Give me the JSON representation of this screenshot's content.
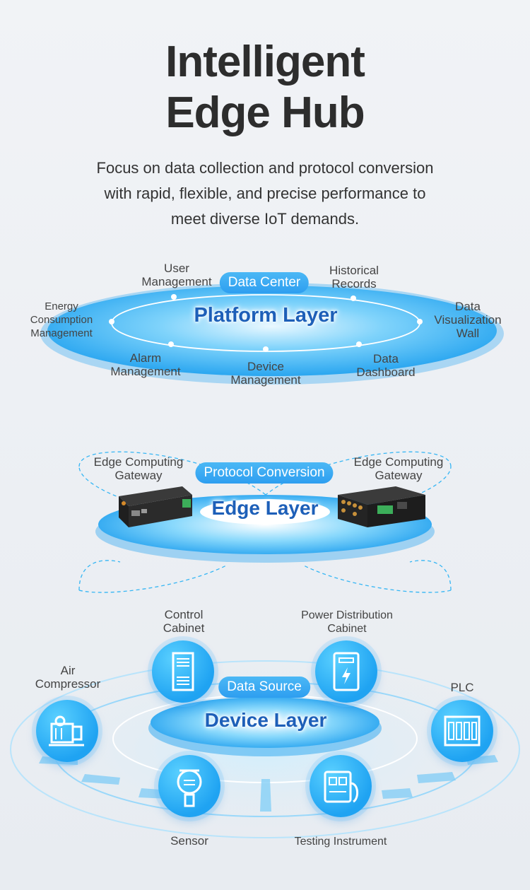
{
  "title": {
    "line1": "Intelligent",
    "line2": "Edge Hub"
  },
  "subtitle": {
    "line1": "Focus on data collection and protocol conversion",
    "line2": "with rapid, flexible, and precise performance to",
    "line3": "meet diverse IoT demands."
  },
  "platform": {
    "name": "Platform Layer",
    "pill": "Data Center",
    "items": {
      "user_management": [
        "User",
        "Management"
      ],
      "historical_records": [
        "Historical",
        "Records"
      ],
      "energy": [
        "Energy",
        "Consumption",
        "Management"
      ],
      "visualization": [
        "Data",
        "Visualization",
        "Wall"
      ],
      "alarm": [
        "Alarm",
        "Management"
      ],
      "device_management": [
        "Device",
        "Management"
      ],
      "dashboard": [
        "Data",
        "Dashboard"
      ]
    }
  },
  "edge": {
    "name": "Edge Layer",
    "pill": "Protocol Conversion",
    "gateway_left": [
      "Edge Computing",
      "Gateway"
    ],
    "gateway_right": [
      "Edge Computing",
      "Gateway"
    ]
  },
  "device": {
    "name": "Device Layer",
    "pill": "Data Source",
    "items": {
      "control_cabinet": [
        "Control",
        "Cabinet"
      ],
      "power_cabinet": [
        "Power Distribution",
        "Cabinet"
      ],
      "air_compressor": [
        "Air",
        "Compressor"
      ],
      "plc": [
        "PLC"
      ],
      "sensor": [
        "Sensor"
      ],
      "testing": [
        "Testing Instrument"
      ]
    },
    "icons": {
      "control_cabinet": "cabinet-icon",
      "power_cabinet": "power-box-icon",
      "air_compressor": "compressor-icon",
      "plc": "plc-icon",
      "sensor": "sensor-icon",
      "testing": "instrument-icon"
    }
  },
  "colors": {
    "accent": "#2e9ef0",
    "layer_text": "#1d5fb8",
    "ring": "#4fc3f7"
  }
}
